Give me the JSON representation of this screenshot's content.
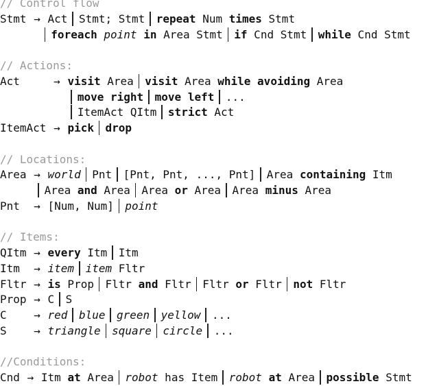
{
  "grammar": {
    "sections": [
      {
        "comment": "// Control flow",
        "lines": [
          [
            {
              "t": "Stmt",
              "s": "n"
            },
            {
              "t": "→",
              "s": "arrow"
            },
            {
              "t": "Act",
              "s": "n"
            },
            {
              "t": "|",
              "s": "bar"
            },
            {
              "t": "Stmt; Stmt",
              "s": "n"
            },
            {
              "t": "|",
              "s": "bar"
            },
            {
              "t": "repeat",
              "s": "kw"
            },
            {
              "t": " Num ",
              "s": "n"
            },
            {
              "t": "times",
              "s": "kw"
            },
            {
              "t": " Stmt",
              "s": "n"
            }
          ],
          [
            {
              "t": "      ",
              "s": "n"
            },
            {
              "t": "|",
              "s": "bar"
            },
            {
              "t": "foreach",
              "s": "kw"
            },
            {
              "t": " ",
              "s": "n"
            },
            {
              "t": "point",
              "s": "it"
            },
            {
              "t": " ",
              "s": "n"
            },
            {
              "t": "in",
              "s": "kw"
            },
            {
              "t": " Area Stmt",
              "s": "n"
            },
            {
              "t": "|",
              "s": "bar"
            },
            {
              "t": "if",
              "s": "kw"
            },
            {
              "t": " Cnd Stmt",
              "s": "n"
            },
            {
              "t": "|",
              "s": "bar"
            },
            {
              "t": "while",
              "s": "kw"
            },
            {
              "t": " Cnd Stmt",
              "s": "n"
            }
          ]
        ]
      },
      {
        "comment": "// Actions:",
        "lines": [
          [
            {
              "t": "Act    ",
              "s": "n"
            },
            {
              "t": "→",
              "s": "arrow"
            },
            {
              "t": "visit",
              "s": "kw"
            },
            {
              "t": " Area",
              "s": "n"
            },
            {
              "t": "|",
              "s": "bar"
            },
            {
              "t": "visit",
              "s": "kw"
            },
            {
              "t": " Area ",
              "s": "n"
            },
            {
              "t": "while avoiding",
              "s": "kw"
            },
            {
              "t": " Area",
              "s": "n"
            }
          ],
          [
            {
              "t": "          ",
              "s": "n"
            },
            {
              "t": "|",
              "s": "bar"
            },
            {
              "t": "move right",
              "s": "kw"
            },
            {
              "t": "|",
              "s": "bar"
            },
            {
              "t": "move left",
              "s": "kw"
            },
            {
              "t": "|",
              "s": "bar"
            },
            {
              "t": "...",
              "s": "n"
            }
          ],
          [
            {
              "t": "          ",
              "s": "n"
            },
            {
              "t": "|",
              "s": "bar"
            },
            {
              "t": "ItemAct QItm",
              "s": "n"
            },
            {
              "t": "|",
              "s": "bar"
            },
            {
              "t": "strict",
              "s": "kw"
            },
            {
              "t": " Act",
              "s": "n"
            }
          ],
          [
            {
              "t": "ItemAct",
              "s": "n"
            },
            {
              "t": "→",
              "s": "arrow"
            },
            {
              "t": "pick",
              "s": "kw"
            },
            {
              "t": "|",
              "s": "bar"
            },
            {
              "t": "drop",
              "s": "kw"
            }
          ]
        ]
      },
      {
        "comment": "// Locations:",
        "lines": [
          [
            {
              "t": "Area",
              "s": "n"
            },
            {
              "t": "→",
              "s": "arrow"
            },
            {
              "t": "world",
              "s": "it"
            },
            {
              "t": "|",
              "s": "bar"
            },
            {
              "t": "Pnt",
              "s": "n"
            },
            {
              "t": "|",
              "s": "bar"
            },
            {
              "t": "[Pnt, Pnt, ..., Pnt]",
              "s": "n"
            },
            {
              "t": "|",
              "s": "bar"
            },
            {
              "t": "Area ",
              "s": "n"
            },
            {
              "t": "containing",
              "s": "kw"
            },
            {
              "t": " Itm",
              "s": "n"
            }
          ],
          [
            {
              "t": "     ",
              "s": "n"
            },
            {
              "t": "|",
              "s": "bar"
            },
            {
              "t": "Area ",
              "s": "n"
            },
            {
              "t": "and",
              "s": "kw"
            },
            {
              "t": " Area",
              "s": "n"
            },
            {
              "t": "|",
              "s": "bar"
            },
            {
              "t": "Area ",
              "s": "n"
            },
            {
              "t": "or",
              "s": "kw"
            },
            {
              "t": " Area",
              "s": "n"
            },
            {
              "t": "|",
              "s": "bar"
            },
            {
              "t": "Area ",
              "s": "n"
            },
            {
              "t": "minus",
              "s": "kw"
            },
            {
              "t": " Area",
              "s": "n"
            }
          ],
          [
            {
              "t": "Pnt ",
              "s": "n"
            },
            {
              "t": "→",
              "s": "arrow"
            },
            {
              "t": "[Num, Num]",
              "s": "n"
            },
            {
              "t": "|",
              "s": "bar"
            },
            {
              "t": "point",
              "s": "it"
            }
          ]
        ]
      },
      {
        "comment": "// Items:",
        "lines": [
          [
            {
              "t": "QItm",
              "s": "n"
            },
            {
              "t": "→",
              "s": "arrow"
            },
            {
              "t": "every",
              "s": "kw"
            },
            {
              "t": " Itm",
              "s": "n"
            },
            {
              "t": "|",
              "s": "bar"
            },
            {
              "t": "Itm",
              "s": "n"
            }
          ],
          [
            {
              "t": "Itm ",
              "s": "n"
            },
            {
              "t": "→",
              "s": "arrow"
            },
            {
              "t": "item",
              "s": "it"
            },
            {
              "t": "|",
              "s": "bar"
            },
            {
              "t": "item",
              "s": "it"
            },
            {
              "t": " Fltr",
              "s": "n"
            }
          ],
          [
            {
              "t": "Fltr",
              "s": "n"
            },
            {
              "t": "→",
              "s": "arrow"
            },
            {
              "t": "is",
              "s": "kw"
            },
            {
              "t": " Prop",
              "s": "n"
            },
            {
              "t": "|",
              "s": "bar"
            },
            {
              "t": "Fltr ",
              "s": "n"
            },
            {
              "t": "and",
              "s": "kw"
            },
            {
              "t": " Fltr",
              "s": "n"
            },
            {
              "t": "|",
              "s": "bar"
            },
            {
              "t": "Fltr ",
              "s": "n"
            },
            {
              "t": "or",
              "s": "kw"
            },
            {
              "t": " Fltr",
              "s": "n"
            },
            {
              "t": "|",
              "s": "bar"
            },
            {
              "t": "not",
              "s": "kw"
            },
            {
              "t": " Fltr",
              "s": "n"
            }
          ],
          [
            {
              "t": "Prop",
              "s": "n"
            },
            {
              "t": "→",
              "s": "arrow"
            },
            {
              "t": "C",
              "s": "n"
            },
            {
              "t": "|",
              "s": "bar"
            },
            {
              "t": "S",
              "s": "n"
            }
          ],
          [
            {
              "t": "C   ",
              "s": "n"
            },
            {
              "t": "→",
              "s": "arrow"
            },
            {
              "t": "red",
              "s": "it"
            },
            {
              "t": "|",
              "s": "bar"
            },
            {
              "t": "blue",
              "s": "it"
            },
            {
              "t": "|",
              "s": "bar"
            },
            {
              "t": "green",
              "s": "it"
            },
            {
              "t": "|",
              "s": "bar"
            },
            {
              "t": "yellow",
              "s": "it"
            },
            {
              "t": "|",
              "s": "bar"
            },
            {
              "t": "...",
              "s": "n"
            }
          ],
          [
            {
              "t": "S   ",
              "s": "n"
            },
            {
              "t": "→",
              "s": "arrow"
            },
            {
              "t": "triangle",
              "s": "it"
            },
            {
              "t": "|",
              "s": "bar"
            },
            {
              "t": "square",
              "s": "it"
            },
            {
              "t": "|",
              "s": "bar"
            },
            {
              "t": "circle",
              "s": "it"
            },
            {
              "t": "|",
              "s": "bar"
            },
            {
              "t": "...",
              "s": "n"
            }
          ]
        ]
      },
      {
        "comment": "//Conditions:",
        "lines": [
          [
            {
              "t": "Cnd",
              "s": "n"
            },
            {
              "t": "→",
              "s": "arrow"
            },
            {
              "t": "Itm ",
              "s": "n"
            },
            {
              "t": "at",
              "s": "kw"
            },
            {
              "t": " Area",
              "s": "n"
            },
            {
              "t": "|",
              "s": "bar"
            },
            {
              "t": "robot",
              "s": "it"
            },
            {
              "t": " has Item",
              "s": "n"
            },
            {
              "t": "|",
              "s": "bar"
            },
            {
              "t": "robot",
              "s": "it"
            },
            {
              "t": " ",
              "s": "n"
            },
            {
              "t": "at",
              "s": "kw"
            },
            {
              "t": " Area",
              "s": "n"
            },
            {
              "t": "|",
              "s": "bar"
            },
            {
              "t": "possible",
              "s": "kw"
            },
            {
              "t": " Stmt",
              "s": "n"
            }
          ]
        ]
      }
    ]
  },
  "colors": {
    "text": "#111111",
    "comment": "#9a9a9a",
    "background": "#ffffff"
  }
}
